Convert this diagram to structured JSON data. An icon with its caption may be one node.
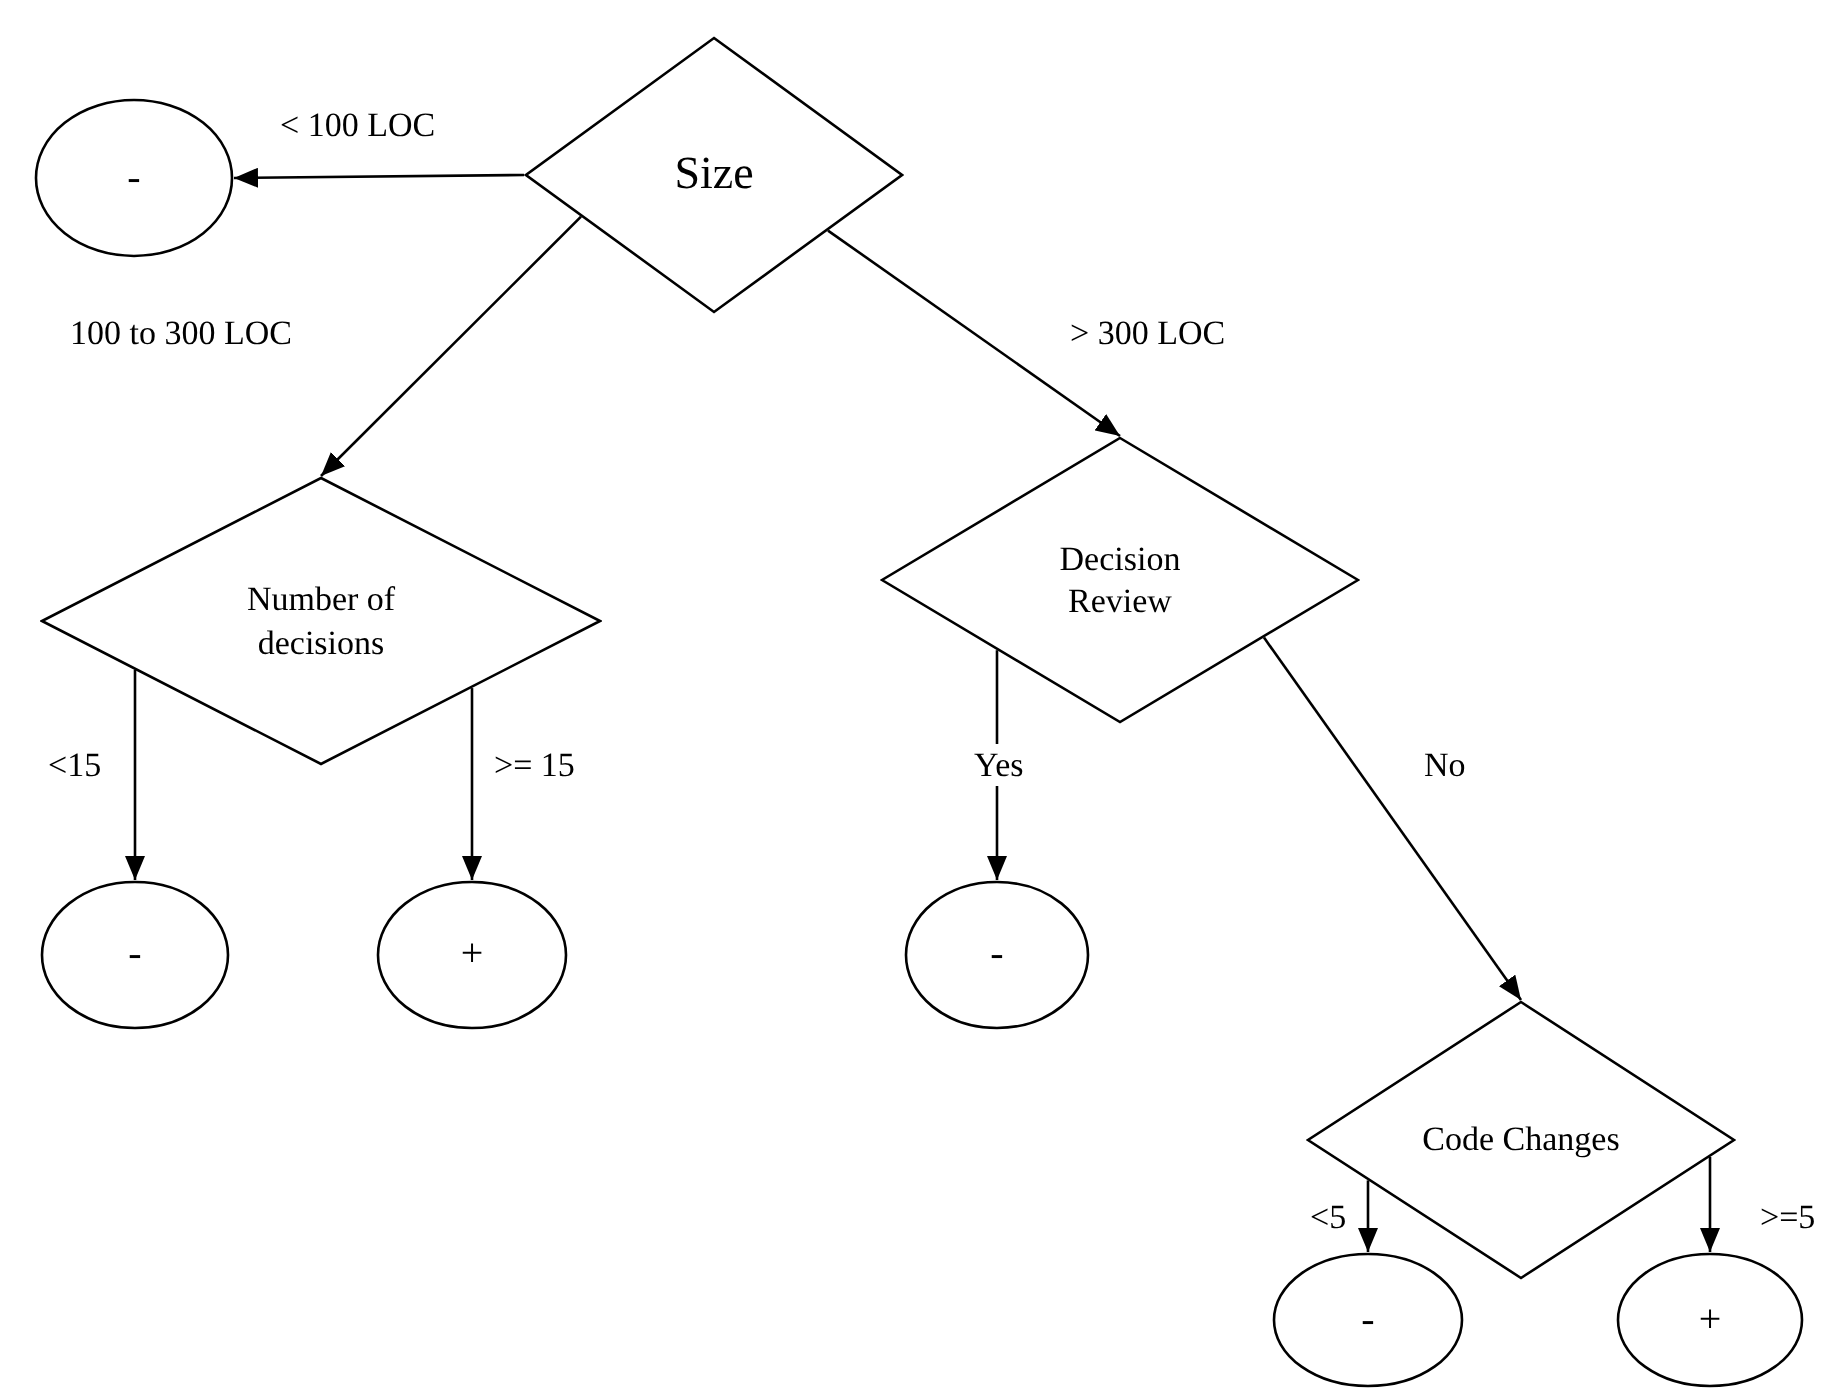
{
  "diagram": {
    "nodes": [
      {
        "text": [
          "Size"
        ]
      },
      {
        "text": [
          "-"
        ]
      },
      {
        "text": [
          "Number of decisions"
        ]
      },
      {
        "text": [
          "Decision Review"
        ]
      },
      {
        "text": [
          "-"
        ]
      },
      {
        "text": [
          "+"
        ]
      },
      {
        "text": [
          "-"
        ]
      },
      {
        "text": [
          "Code Changes"
        ]
      },
      {
        "text": [
          "-"
        ]
      },
      {
        "text": [
          "+"
        ]
      }
    ],
    "edges": [
      {
        "from": 0,
        "to": 1,
        "arrow": "to",
        "label": "< 100 LOC"
      },
      {
        "from": 0,
        "to": 2,
        "arrow": "to",
        "label": "100 to 300 LOC"
      },
      {
        "from": 0,
        "to": 3,
        "arrow": "to",
        "label": "> 300 LOC"
      },
      {
        "from": 2,
        "to": 4,
        "arrow": "to",
        "label": "<15"
      },
      {
        "from": 2,
        "to": 5,
        "arrow": "to",
        "label": ">= 15"
      },
      {
        "from": 3,
        "to": 6,
        "arrow": "to",
        "label": "Yes"
      },
      {
        "from": 3,
        "to": 7,
        "arrow": "to",
        "label": "No"
      },
      {
        "from": 7,
        "to": 8,
        "arrow": "to",
        "label": "<5"
      },
      {
        "from": 7,
        "to": 9,
        "arrow": "to",
        "label": ">=5"
      }
    ]
  }
}
